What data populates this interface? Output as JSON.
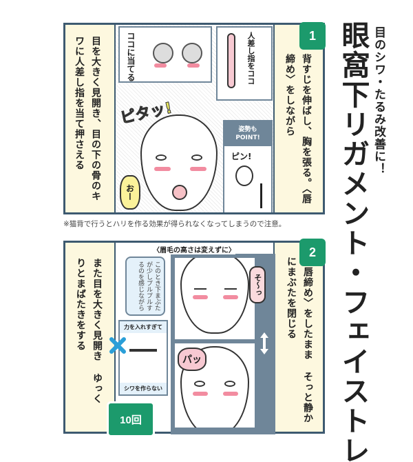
{
  "header": {
    "subtitle": "目のシワ・たるみ改善に！",
    "title": "眼窩下リガメント・フェイストレーニ"
  },
  "step1": {
    "number": "1",
    "instruction_right": "背すじを伸ばし、胸を張る。〈唇締め〉をしながら",
    "instruction_left": "目を大きく見開き、目の下の骨のキワに人差し指を当て押さえる",
    "callout_target": "ココに当てる",
    "callout_finger": "人差し指をココ",
    "sfx_pita": "ピタッ!",
    "sfx_oh": "おー",
    "posture_label": "姿勢もPOINT!",
    "sfx_pin": "ピン!",
    "note": "※猫背で行うとハリを作る効果が得られなくなってしまうので注意。"
  },
  "step2": {
    "number": "2",
    "instruction_right": "〈唇締め〉をしたまま そっと静かにまぶたを閉じる",
    "instruction_left": "また目を大きく見開き ゆっくりとまばたきをする",
    "eyebrow_note": "〈眉毛の高さは変えずに〉",
    "tip": "このとき下まぶたが少しプルプルするのを感じながら",
    "sfx_so": "そ〜っ",
    "sfx_pa": "パッ",
    "warning_top": "力を入れすぎて",
    "warning_bottom": "シワを作らない",
    "reps": "10回"
  },
  "colors": {
    "accent": "#1c9a6c",
    "frame": "#3d5a70",
    "cream": "#fdf8df",
    "pink": "#f28ca0",
    "warn_x": "#2a9fd8"
  }
}
